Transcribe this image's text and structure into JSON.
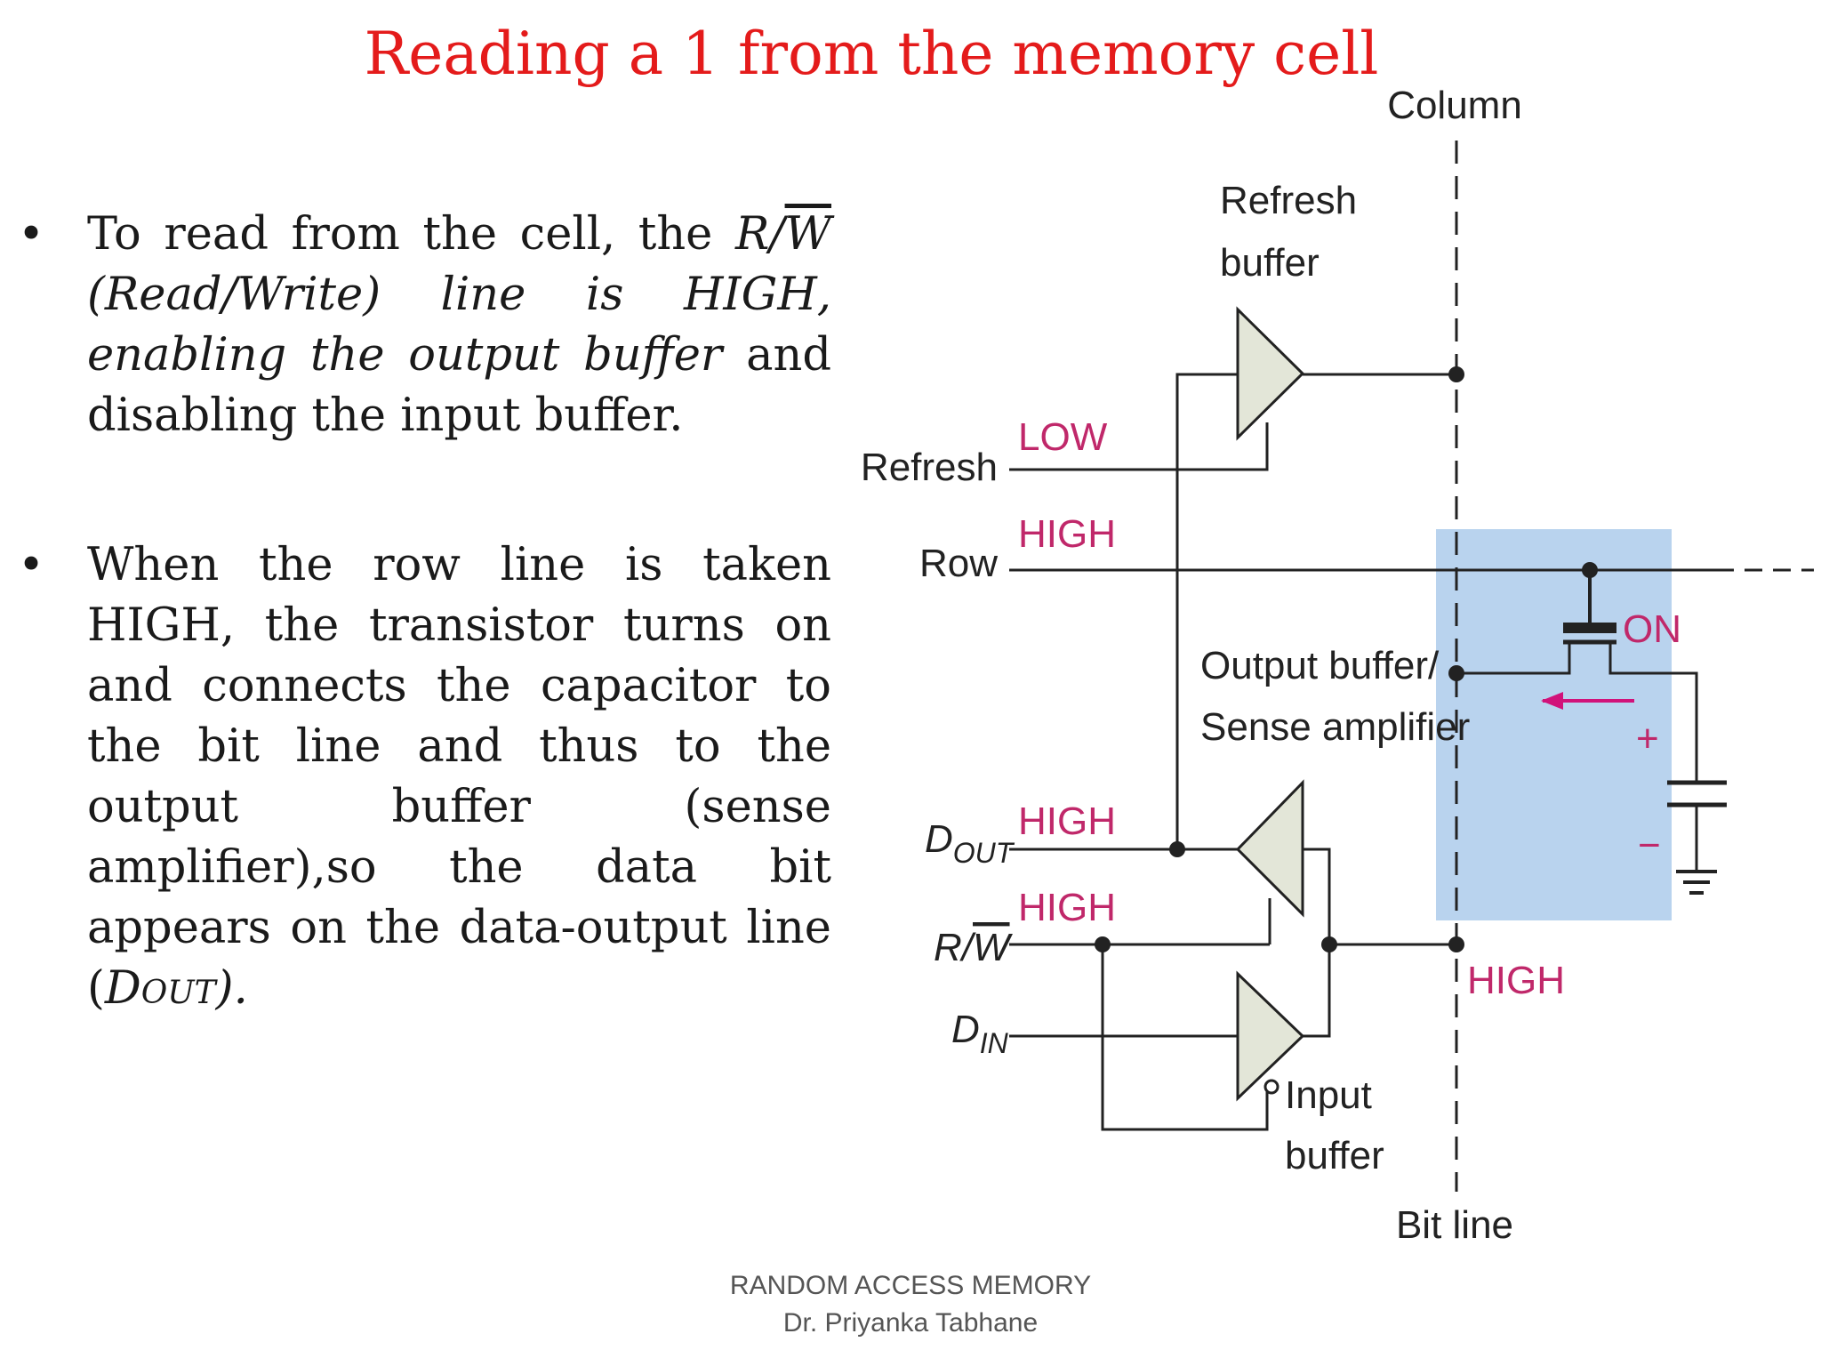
{
  "title": "Reading a 1 from the memory cell",
  "bullets": [
    {
      "b1_1": "To read from the cell, the ",
      "b1_2": "R/",
      "b1_3": "W",
      "b1_4": " (Read/Write) line is HIGH, enabling the output buffer",
      "b1_5": " and disabling the input buffer."
    },
    {
      "b2_1": "When the row line is taken HIGH, the transistor turns on and connects the capacitor to the bit line and thus to the output buffer (sense amplifier),so the data bit appears on the data-output line (",
      "b2_2": "D",
      "b2_3": "OUT",
      "b2_4": ")."
    }
  ],
  "footer": {
    "line1": "RANDOM ACCESS MEMORY",
    "line2": "Dr. Priyanka Tabhane"
  },
  "diagram": {
    "column": "Column",
    "refresh_buffer": [
      "Refresh",
      "buffer"
    ],
    "refresh": "Refresh",
    "row": "Row",
    "dout": "D",
    "dout_sub": "OUT",
    "rw_r": "R/",
    "rw_w": "W",
    "din": "D",
    "din_sub": "IN",
    "output_buffer": [
      "Output buffer/",
      "Sense amplifier"
    ],
    "input_buffer": [
      "Input",
      "buffer"
    ],
    "bit_line": "Bit line",
    "refresh_state": "LOW",
    "row_state": "HIGH",
    "dout_state": "HIGH",
    "rw_state": "HIGH",
    "bitline_state": "HIGH",
    "transistor_state": "ON",
    "plus": "+",
    "minus": "−",
    "colors": {
      "highlight": "#b9d3ee",
      "state": "#c0286a",
      "title": "#e41b1b"
    }
  }
}
